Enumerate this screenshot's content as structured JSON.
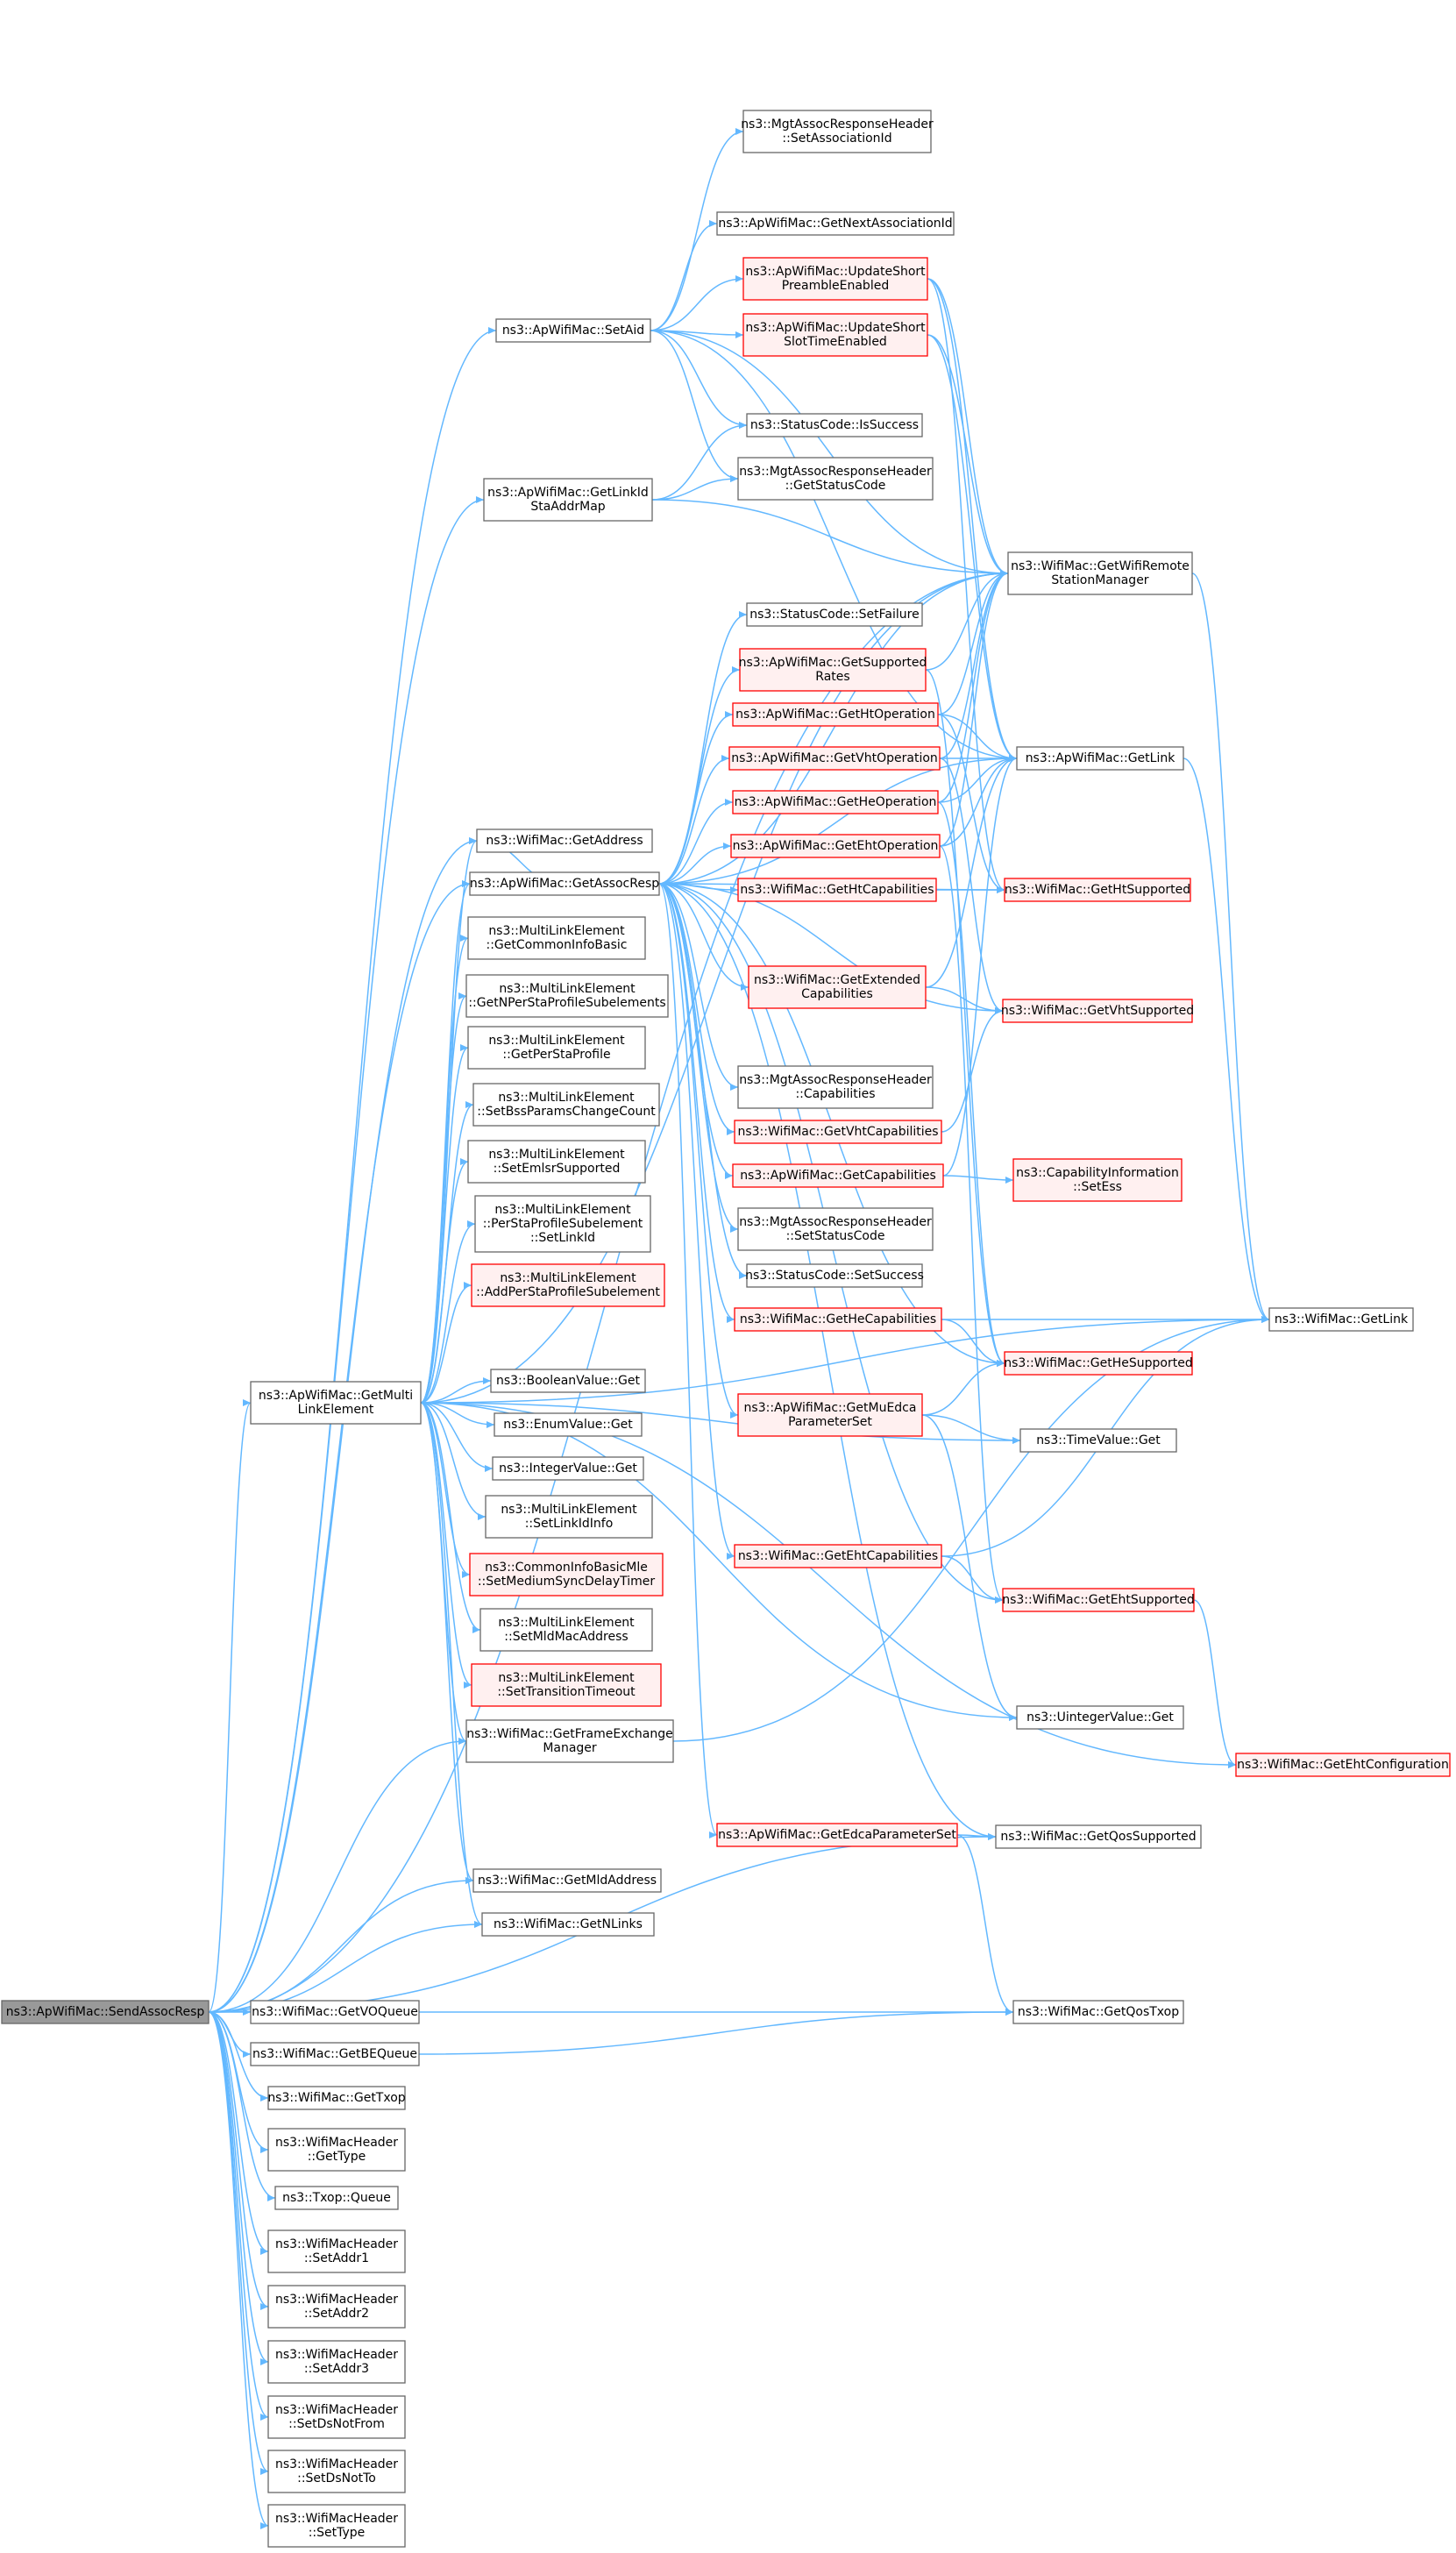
{
  "colors": {
    "edge": "#63b8ff",
    "node_border": "#666666",
    "node_fill": "#ffffff",
    "link_border": "#ff0000",
    "link_fill": "#fff0f0",
    "root_fill": "#999999"
  },
  "nodes": {
    "sendAssocResp": {
      "lines": [
        "ns3::ApWifiMac::SendAssocResp"
      ],
      "style": "root"
    },
    "setAid": {
      "lines": [
        "ns3::ApWifiMac::SetAid"
      ]
    },
    "getLinkIdStaAddrMap": {
      "lines": [
        "ns3::ApWifiMac::GetLinkId",
        "StaAddrMap"
      ]
    },
    "getAddress": {
      "lines": [
        "ns3::WifiMac::GetAddress"
      ]
    },
    "getAssocResp": {
      "lines": [
        "ns3::ApWifiMac::GetAssocResp"
      ]
    },
    "getCommonInfoBasic": {
      "lines": [
        "ns3::MultiLinkElement",
        "::GetCommonInfoBasic"
      ]
    },
    "getNPerStaProfileSubelements": {
      "lines": [
        "ns3::MultiLinkElement",
        "::GetNPerStaProfileSubelements"
      ]
    },
    "getPerStaProfile": {
      "lines": [
        "ns3::MultiLinkElement",
        "::GetPerStaProfile"
      ]
    },
    "setBssParamsChangeCount": {
      "lines": [
        "ns3::MultiLinkElement",
        "::SetBssParamsChangeCount"
      ]
    },
    "setEmlsrSupported": {
      "lines": [
        "ns3::MultiLinkElement",
        "::SetEmlsrSupported"
      ]
    },
    "perStaSetLinkId": {
      "lines": [
        "ns3::MultiLinkElement",
        "::PerStaProfileSubelement",
        "::SetLinkId"
      ]
    },
    "addPerStaProfileSubelement": {
      "lines": [
        "ns3::MultiLinkElement",
        "::AddPerStaProfileSubelement"
      ],
      "style": "red"
    },
    "booleanValueGet": {
      "lines": [
        "ns3::BooleanValue::Get"
      ]
    },
    "enumValueGet": {
      "lines": [
        "ns3::EnumValue::Get"
      ]
    },
    "integerValueGet": {
      "lines": [
        "ns3::IntegerValue::Get"
      ]
    },
    "getMultiLinkElement": {
      "lines": [
        "ns3::ApWifiMac::GetMulti",
        "LinkElement"
      ]
    },
    "setLinkIdInfo": {
      "lines": [
        "ns3::MultiLinkElement",
        "::SetLinkIdInfo"
      ]
    },
    "setMediumSyncDelayTimer": {
      "lines": [
        "ns3::CommonInfoBasicMle",
        "::SetMediumSyncDelayTimer"
      ],
      "style": "red"
    },
    "setMldMacAddress": {
      "lines": [
        "ns3::MultiLinkElement",
        "::SetMldMacAddress"
      ]
    },
    "setTransitionTimeout": {
      "lines": [
        "ns3::MultiLinkElement",
        "::SetTransitionTimeout"
      ],
      "style": "red"
    },
    "getFrameExchangeManager": {
      "lines": [
        "ns3::WifiMac::GetFrameExchange",
        "Manager"
      ]
    },
    "getMldAddress": {
      "lines": [
        "ns3::WifiMac::GetMldAddress"
      ]
    },
    "getNLinks": {
      "lines": [
        "ns3::WifiMac::GetNLinks"
      ]
    },
    "getVOQueue": {
      "lines": [
        "ns3::WifiMac::GetVOQueue"
      ]
    },
    "getBEQueue": {
      "lines": [
        "ns3::WifiMac::GetBEQueue"
      ]
    },
    "getTxop": {
      "lines": [
        "ns3::WifiMac::GetTxop"
      ]
    },
    "getType": {
      "lines": [
        "ns3::WifiMacHeader",
        "::GetType"
      ]
    },
    "txopQueue": {
      "lines": [
        "ns3::Txop::Queue"
      ]
    },
    "setAddr1": {
      "lines": [
        "ns3::WifiMacHeader",
        "::SetAddr1"
      ]
    },
    "setAddr2": {
      "lines": [
        "ns3::WifiMacHeader",
        "::SetAddr2"
      ]
    },
    "setAddr3": {
      "lines": [
        "ns3::WifiMacHeader",
        "::SetAddr3"
      ]
    },
    "setDsNotFrom": {
      "lines": [
        "ns3::WifiMacHeader",
        "::SetDsNotFrom"
      ]
    },
    "setDsNotTo": {
      "lines": [
        "ns3::WifiMacHeader",
        "::SetDsNotTo"
      ]
    },
    "setType": {
      "lines": [
        "ns3::WifiMacHeader",
        "::SetType"
      ]
    },
    "setAssociationId": {
      "lines": [
        "ns3::MgtAssocResponseHeader",
        "::SetAssociationId"
      ]
    },
    "getNextAssociationId": {
      "lines": [
        "ns3::ApWifiMac::GetNextAssociationId"
      ]
    },
    "updateShortPreamble": {
      "lines": [
        "ns3::ApWifiMac::UpdateShort",
        "PreambleEnabled"
      ],
      "style": "red"
    },
    "updateShortSlot": {
      "lines": [
        "ns3::ApWifiMac::UpdateShort",
        "SlotTimeEnabled"
      ],
      "style": "red"
    },
    "statusIsSuccess": {
      "lines": [
        "ns3::StatusCode::IsSuccess"
      ]
    },
    "getStatusCode": {
      "lines": [
        "ns3::MgtAssocResponseHeader",
        "::GetStatusCode"
      ]
    },
    "setFailure": {
      "lines": [
        "ns3::StatusCode::SetFailure"
      ]
    },
    "getSupportedRates": {
      "lines": [
        "ns3::ApWifiMac::GetSupported",
        "Rates"
      ],
      "style": "red"
    },
    "getHtOperation": {
      "lines": [
        "ns3::ApWifiMac::GetHtOperation"
      ],
      "style": "red"
    },
    "getVhtOperation": {
      "lines": [
        "ns3::ApWifiMac::GetVhtOperation"
      ],
      "style": "red"
    },
    "getHeOperation": {
      "lines": [
        "ns3::ApWifiMac::GetHeOperation"
      ],
      "style": "red"
    },
    "getEhtOperation": {
      "lines": [
        "ns3::ApWifiMac::GetEhtOperation"
      ],
      "style": "red"
    },
    "getHtCapabilities": {
      "lines": [
        "ns3::WifiMac::GetHtCapabilities"
      ],
      "style": "red"
    },
    "getExtendedCapabilities": {
      "lines": [
        "ns3::WifiMac::GetExtended",
        "Capabilities"
      ],
      "style": "red"
    },
    "mgtCapabilities": {
      "lines": [
        "ns3::MgtAssocResponseHeader",
        "::Capabilities"
      ]
    },
    "getVhtCapabilities": {
      "lines": [
        "ns3::WifiMac::GetVhtCapabilities"
      ],
      "style": "red"
    },
    "apGetCapabilities": {
      "lines": [
        "ns3::ApWifiMac::GetCapabilities"
      ],
      "style": "red"
    },
    "mgtSetStatusCode": {
      "lines": [
        "ns3::MgtAssocResponseHeader",
        "::SetStatusCode"
      ]
    },
    "setSuccess": {
      "lines": [
        "ns3::StatusCode::SetSuccess"
      ]
    },
    "getHeCapabilities": {
      "lines": [
        "ns3::WifiMac::GetHeCapabilities"
      ],
      "style": "red"
    },
    "getMuEdcaParameterSet": {
      "lines": [
        "ns3::ApWifiMac::GetMuEdca",
        "ParameterSet"
      ],
      "style": "red"
    },
    "getEhtCapabilities": {
      "lines": [
        "ns3::WifiMac::GetEhtCapabilities"
      ],
      "style": "red"
    },
    "getEdcaParameterSet": {
      "lines": [
        "ns3::ApWifiMac::GetEdcaParameterSet"
      ],
      "style": "red"
    },
    "getWifiRemoteStationManager": {
      "lines": [
        "ns3::WifiMac::GetWifiRemote",
        "StationManager"
      ]
    },
    "apGetLink": {
      "lines": [
        "ns3::ApWifiMac::GetLink"
      ]
    },
    "getHtSupported": {
      "lines": [
        "ns3::WifiMac::GetHtSupported"
      ],
      "style": "red"
    },
    "getVhtSupported": {
      "lines": [
        "ns3::WifiMac::GetVhtSupported"
      ],
      "style": "red"
    },
    "setEss": {
      "lines": [
        "ns3::CapabilityInformation",
        "::SetEss"
      ],
      "style": "red"
    },
    "getHeSupported": {
      "lines": [
        "ns3::WifiMac::GetHeSupported"
      ],
      "style": "red"
    },
    "timeValueGet": {
      "lines": [
        "ns3::TimeValue::Get"
      ]
    },
    "getEhtSupported": {
      "lines": [
        "ns3::WifiMac::GetEhtSupported"
      ],
      "style": "red"
    },
    "uintegerValueGet": {
      "lines": [
        "ns3::UintegerValue::Get"
      ]
    },
    "getQosSupported": {
      "lines": [
        "ns3::WifiMac::GetQosSupported"
      ]
    },
    "getQosTxop": {
      "lines": [
        "ns3::WifiMac::GetQosTxop"
      ]
    },
    "wifiMacGetLink": {
      "lines": [
        "ns3::WifiMac::GetLink"
      ]
    },
    "getEhtConfiguration": {
      "lines": [
        "ns3::WifiMac::GetEhtConfiguration"
      ],
      "style": "red"
    }
  },
  "edges": [
    [
      "sendAssocResp",
      "setAid"
    ],
    [
      "sendAssocResp",
      "getLinkIdStaAddrMap"
    ],
    [
      "sendAssocResp",
      "getAddress"
    ],
    [
      "sendAssocResp",
      "getAssocResp"
    ],
    [
      "sendAssocResp",
      "getMultiLinkElement"
    ],
    [
      "sendAssocResp",
      "getFrameExchangeManager"
    ],
    [
      "sendAssocResp",
      "getMldAddress"
    ],
    [
      "sendAssocResp",
      "getNLinks"
    ],
    [
      "sendAssocResp",
      "getVOQueue"
    ],
    [
      "sendAssocResp",
      "getBEQueue"
    ],
    [
      "sendAssocResp",
      "getTxop"
    ],
    [
      "sendAssocResp",
      "getType"
    ],
    [
      "sendAssocResp",
      "txopQueue"
    ],
    [
      "sendAssocResp",
      "setAddr1"
    ],
    [
      "sendAssocResp",
      "setAddr2"
    ],
    [
      "sendAssocResp",
      "setAddr3"
    ],
    [
      "sendAssocResp",
      "setDsNotFrom"
    ],
    [
      "sendAssocResp",
      "setDsNotTo"
    ],
    [
      "sendAssocResp",
      "setType"
    ],
    [
      "sendAssocResp",
      "getWifiRemoteStationManager"
    ],
    [
      "sendAssocResp",
      "getQosSupported"
    ],
    [
      "setAid",
      "setAssociationId"
    ],
    [
      "setAid",
      "getNextAssociationId"
    ],
    [
      "setAid",
      "updateShortPreamble"
    ],
    [
      "setAid",
      "updateShortSlot"
    ],
    [
      "setAid",
      "statusIsSuccess"
    ],
    [
      "setAid",
      "getStatusCode"
    ],
    [
      "setAid",
      "getWifiRemoteStationManager"
    ],
    [
      "setAid",
      "apGetLink"
    ],
    [
      "getLinkIdStaAddrMap",
      "statusIsSuccess"
    ],
    [
      "getLinkIdStaAddrMap",
      "getStatusCode"
    ],
    [
      "getLinkIdStaAddrMap",
      "getWifiRemoteStationManager"
    ],
    [
      "updateShortPreamble",
      "getWifiRemoteStationManager"
    ],
    [
      "updateShortPreamble",
      "apGetLink"
    ],
    [
      "updateShortPreamble",
      "getHtSupported"
    ],
    [
      "updateShortSlot",
      "getWifiRemoteStationManager"
    ],
    [
      "updateShortSlot",
      "apGetLink"
    ],
    [
      "getAssocResp",
      "getWifiRemoteStationManager"
    ],
    [
      "getAssocResp",
      "setFailure"
    ],
    [
      "getAssocResp",
      "getSupportedRates"
    ],
    [
      "getAssocResp",
      "getHtOperation"
    ],
    [
      "getAssocResp",
      "getVhtOperation"
    ],
    [
      "getAssocResp",
      "getHeOperation"
    ],
    [
      "getAssocResp",
      "getEhtOperation"
    ],
    [
      "getAssocResp",
      "getHtCapabilities"
    ],
    [
      "getAssocResp",
      "getExtendedCapabilities"
    ],
    [
      "getAssocResp",
      "mgtCapabilities"
    ],
    [
      "getAssocResp",
      "getVhtCapabilities"
    ],
    [
      "getAssocResp",
      "apGetCapabilities"
    ],
    [
      "getAssocResp",
      "mgtSetStatusCode"
    ],
    [
      "getAssocResp",
      "setSuccess"
    ],
    [
      "getAssocResp",
      "getHeCapabilities"
    ],
    [
      "getAssocResp",
      "getMuEdcaParameterSet"
    ],
    [
      "getAssocResp",
      "getEhtCapabilities"
    ],
    [
      "getAssocResp",
      "getEdcaParameterSet"
    ],
    [
      "getAssocResp",
      "apGetLink"
    ],
    [
      "getAssocResp",
      "getHtSupported"
    ],
    [
      "getAssocResp",
      "getVhtSupported"
    ],
    [
      "getAssocResp",
      "getHeSupported"
    ],
    [
      "getAssocResp",
      "getEhtSupported"
    ],
    [
      "getAssocResp",
      "getQosSupported"
    ],
    [
      "getAssocResp",
      "getAddress"
    ],
    [
      "getSupportedRates",
      "getWifiRemoteStationManager"
    ],
    [
      "getSupportedRates",
      "getHeSupported"
    ],
    [
      "getHtOperation",
      "getWifiRemoteStationManager"
    ],
    [
      "getHtOperation",
      "apGetLink"
    ],
    [
      "getHtOperation",
      "getHtSupported"
    ],
    [
      "getVhtOperation",
      "getWifiRemoteStationManager"
    ],
    [
      "getVhtOperation",
      "apGetLink"
    ],
    [
      "getVhtOperation",
      "getVhtSupported"
    ],
    [
      "getHeOperation",
      "getWifiRemoteStationManager"
    ],
    [
      "getHeOperation",
      "apGetLink"
    ],
    [
      "getHeOperation",
      "getHeSupported"
    ],
    [
      "getEhtOperation",
      "getWifiRemoteStationManager"
    ],
    [
      "getEhtOperation",
      "apGetLink"
    ],
    [
      "getEhtOperation",
      "getEhtSupported"
    ],
    [
      "getHtCapabilities",
      "getHtSupported"
    ],
    [
      "getExtendedCapabilities",
      "apGetLink"
    ],
    [
      "getExtendedCapabilities",
      "getVhtSupported"
    ],
    [
      "getVhtCapabilities",
      "getVhtSupported"
    ],
    [
      "apGetCapabilities",
      "setEss"
    ],
    [
      "apGetCapabilities",
      "apGetLink"
    ],
    [
      "getHeCapabilities",
      "wifiMacGetLink"
    ],
    [
      "getHeCapabilities",
      "getHeSupported"
    ],
    [
      "getMuEdcaParameterSet",
      "getHeSupported"
    ],
    [
      "getMuEdcaParameterSet",
      "timeValueGet"
    ],
    [
      "getMuEdcaParameterSet",
      "uintegerValueGet"
    ],
    [
      "getEhtCapabilities",
      "wifiMacGetLink"
    ],
    [
      "getEhtCapabilities",
      "getEhtSupported"
    ],
    [
      "getEdcaParameterSet",
      "getQosSupported"
    ],
    [
      "getEdcaParameterSet",
      "getQosTxop"
    ],
    [
      "getWifiRemoteStationManager",
      "wifiMacGetLink"
    ],
    [
      "apGetLink",
      "wifiMacGetLink"
    ],
    [
      "getEhtSupported",
      "getEhtConfiguration"
    ],
    [
      "getMultiLinkElement",
      "getAssocResp"
    ],
    [
      "getMultiLinkElement",
      "getAddress"
    ],
    [
      "getMultiLinkElement",
      "getCommonInfoBasic"
    ],
    [
      "getMultiLinkElement",
      "getNPerStaProfileSubelements"
    ],
    [
      "getMultiLinkElement",
      "getPerStaProfile"
    ],
    [
      "getMultiLinkElement",
      "setBssParamsChangeCount"
    ],
    [
      "getMultiLinkElement",
      "setEmlsrSupported"
    ],
    [
      "getMultiLinkElement",
      "perStaSetLinkId"
    ],
    [
      "getMultiLinkElement",
      "addPerStaProfileSubelement"
    ],
    [
      "getMultiLinkElement",
      "booleanValueGet"
    ],
    [
      "getMultiLinkElement",
      "enumValueGet"
    ],
    [
      "getMultiLinkElement",
      "integerValueGet"
    ],
    [
      "getMultiLinkElement",
      "setLinkIdInfo"
    ],
    [
      "getMultiLinkElement",
      "setMediumSyncDelayTimer"
    ],
    [
      "getMultiLinkElement",
      "setMldMacAddress"
    ],
    [
      "getMultiLinkElement",
      "setTransitionTimeout"
    ],
    [
      "getMultiLinkElement",
      "getFrameExchangeManager"
    ],
    [
      "getMultiLinkElement",
      "getMldAddress"
    ],
    [
      "getMultiLinkElement",
      "getNLinks"
    ],
    [
      "getMultiLinkElement",
      "wifiMacGetLink"
    ],
    [
      "getMultiLinkElement",
      "timeValueGet"
    ],
    [
      "getMultiLinkElement",
      "uintegerValueGet"
    ],
    [
      "getMultiLinkElement",
      "getEhtConfiguration"
    ],
    [
      "getMultiLinkElement",
      "getWifiRemoteStationManager"
    ],
    [
      "getFrameExchangeManager",
      "wifiMacGetLink"
    ],
    [
      "getVOQueue",
      "getQosTxop"
    ],
    [
      "getBEQueue",
      "getQosTxop"
    ]
  ]
}
